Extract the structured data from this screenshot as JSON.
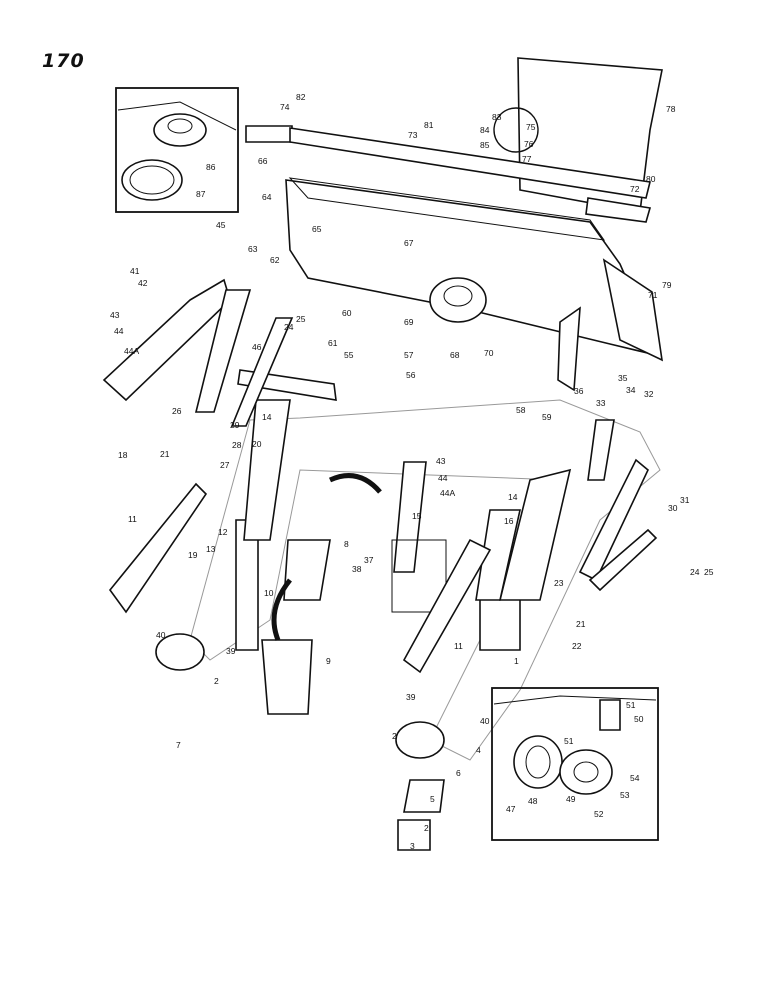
{
  "page_number": "170",
  "blade_labels": [
    "82",
    "74",
    "81",
    "73",
    "83",
    "75",
    "84",
    "76",
    "85",
    "77",
    "78",
    "80",
    "72",
    "79",
    "71",
    "66",
    "64",
    "63",
    "65",
    "67",
    "62",
    "69",
    "68",
    "70",
    "60",
    "61",
    "55"
  ],
  "arm_labels": [
    "45",
    "41",
    "42",
    "43",
    "44",
    "44A",
    "25",
    "24",
    "46",
    "57",
    "56",
    "26",
    "29",
    "28",
    "27",
    "21",
    "20",
    "14",
    "18",
    "11",
    "12",
    "13",
    "19",
    "10",
    "8",
    "9",
    "15",
    "37",
    "38",
    "16",
    "43",
    "44",
    "44A",
    "58",
    "59",
    "36",
    "35",
    "34",
    "33",
    "32",
    "31",
    "30",
    "24",
    "25",
    "23",
    "21",
    "22",
    "14",
    "1",
    "11",
    "40",
    "39",
    "2",
    "7",
    "39",
    "40",
    "2",
    "4",
    "6",
    "5",
    "2",
    "3"
  ],
  "inset_left_labels": [
    "86",
    "87"
  ],
  "inset_right_labels": [
    "51",
    "50",
    "51",
    "47",
    "48",
    "49",
    "53",
    "54",
    "52"
  ]
}
